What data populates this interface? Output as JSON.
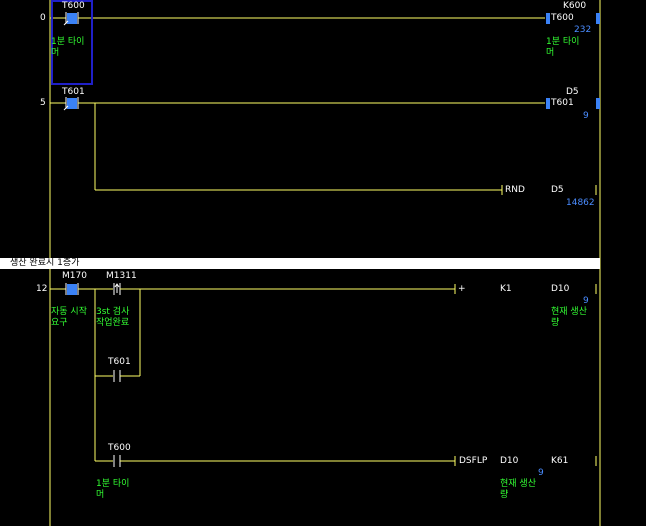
{
  "colors": {
    "background": "#000000",
    "rail": "#ffff66",
    "wire": "#ffff66",
    "device": "#ffffff",
    "comment": "#33ff33",
    "value": "#4a8cff",
    "contact_active": "#3b82f6",
    "cursor": "#2020c8"
  },
  "rungs": [
    {
      "step": "0",
      "contact": "T600",
      "contact_comment": [
        "1분 타이",
        "머"
      ],
      "coil": "T600",
      "coil_setting": "K600",
      "coil_value": "232",
      "coil_comment": [
        "1분 타이",
        "머"
      ]
    },
    {
      "step": "5",
      "contact": "T601",
      "coil": "T601",
      "coil_setting": "D5",
      "coil_value": "9",
      "branch_instruction": "RND",
      "branch_operand": "D5",
      "branch_value": "14862"
    },
    {
      "comment_bar": "생산 완료시 1증가",
      "step": "12",
      "contact1": "M170",
      "contact1_comment": [
        "자동 시작",
        "요구"
      ],
      "contact2": "M1311",
      "contact2_comment": [
        "3st 검사",
        "작업완료"
      ],
      "parallel_contact": "T601",
      "inc_symbol": "+",
      "inc_k": "K1",
      "inc_dest": "D10",
      "inc_value": "9",
      "inc_comment": [
        "현재 생산",
        "량"
      ],
      "contact3": "T600",
      "contact3_comment": [
        "1분 타이",
        "머"
      ],
      "dsflp_instruction": "DSFLP",
      "dsflp_src": "D10",
      "dsflp_src_value": "9",
      "dsflp_src_comment": [
        "현재 생산",
        "량"
      ],
      "dsflp_k": "K61"
    }
  ]
}
